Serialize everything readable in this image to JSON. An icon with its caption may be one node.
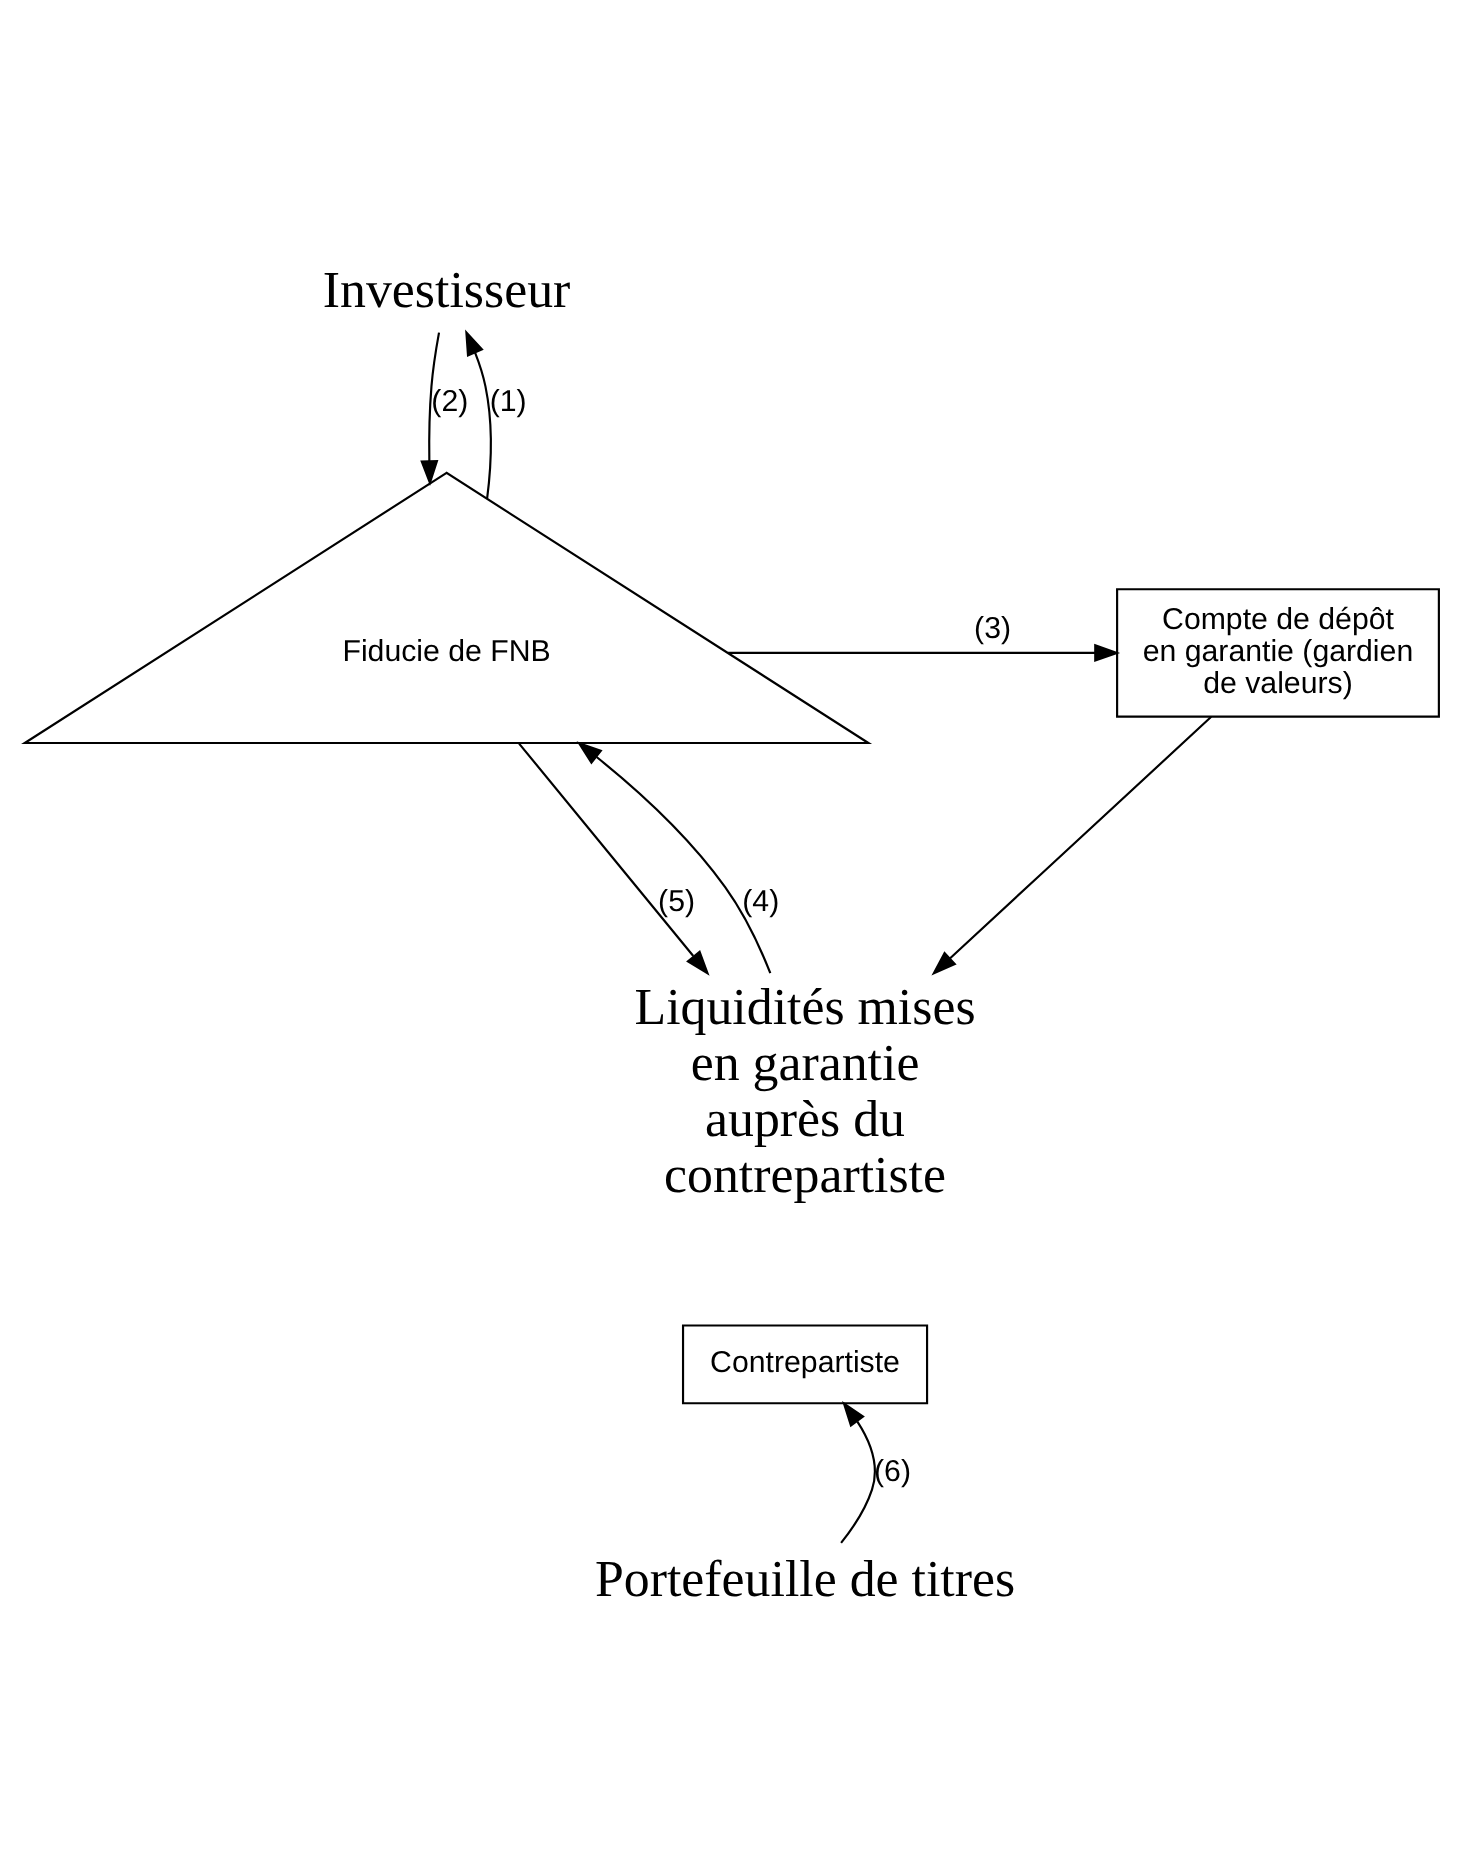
{
  "diagram": {
    "nodes": [
      {
        "text": [
          "Investisseur"
        ]
      },
      {
        "text": [
          "Fiducie de FNB"
        ]
      },
      {
        "text": [
          "Compte de dépôt en garantie (gardien de valeurs)"
        ]
      },
      {
        "text": [
          "Liquidités mises en garantie auprès du contrepartiste"
        ]
      },
      {
        "text": [
          "Contrepartiste"
        ]
      },
      {
        "text": [
          "Portefeuille de titres"
        ]
      }
    ],
    "edges": [
      {
        "from": 0,
        "to": 1,
        "arrow": "to",
        "label": "(2)"
      },
      {
        "from": 1,
        "to": 0,
        "arrow": "to",
        "label": "(1)"
      },
      {
        "from": 1,
        "to": 2,
        "arrow": "to",
        "label": "(3)"
      },
      {
        "from": 2,
        "to": 3,
        "arrow": "to"
      },
      {
        "from": 1,
        "to": 3,
        "arrow": "to",
        "label": "(5)"
      },
      {
        "from": 3,
        "to": 1,
        "arrow": "to",
        "label": "(4)"
      },
      {
        "from": 5,
        "to": 4,
        "arrow": "to",
        "label": "(6)"
      }
    ]
  }
}
